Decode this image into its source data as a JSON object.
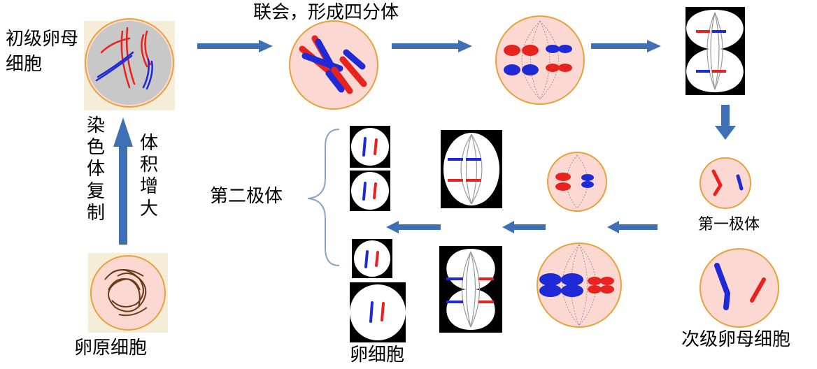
{
  "labels": {
    "primary_oocyte": "初级卵母细胞",
    "synapsis": "联会，形成四分体",
    "first_polar_body": "第一极体",
    "secondary_oocyte": "次级卵母细胞",
    "second_polar_body": "第二极体",
    "egg_cell": "卵细胞",
    "oogonium": "卵原细胞",
    "chromosome_replication": "染色体复制",
    "volume_increase": "体积增大"
  },
  "colors": {
    "chrom_red": "#e8231f",
    "chrom_blue": "#1f2ad6",
    "arrow_fill": "#3f6fb5",
    "cell_fill": "#fbd8d2",
    "cell_border": "#e8a23a",
    "nucleus_gray": "#c8c8c8",
    "tile_bg": "#f6edd8",
    "brace": "#8aa3c8"
  }
}
